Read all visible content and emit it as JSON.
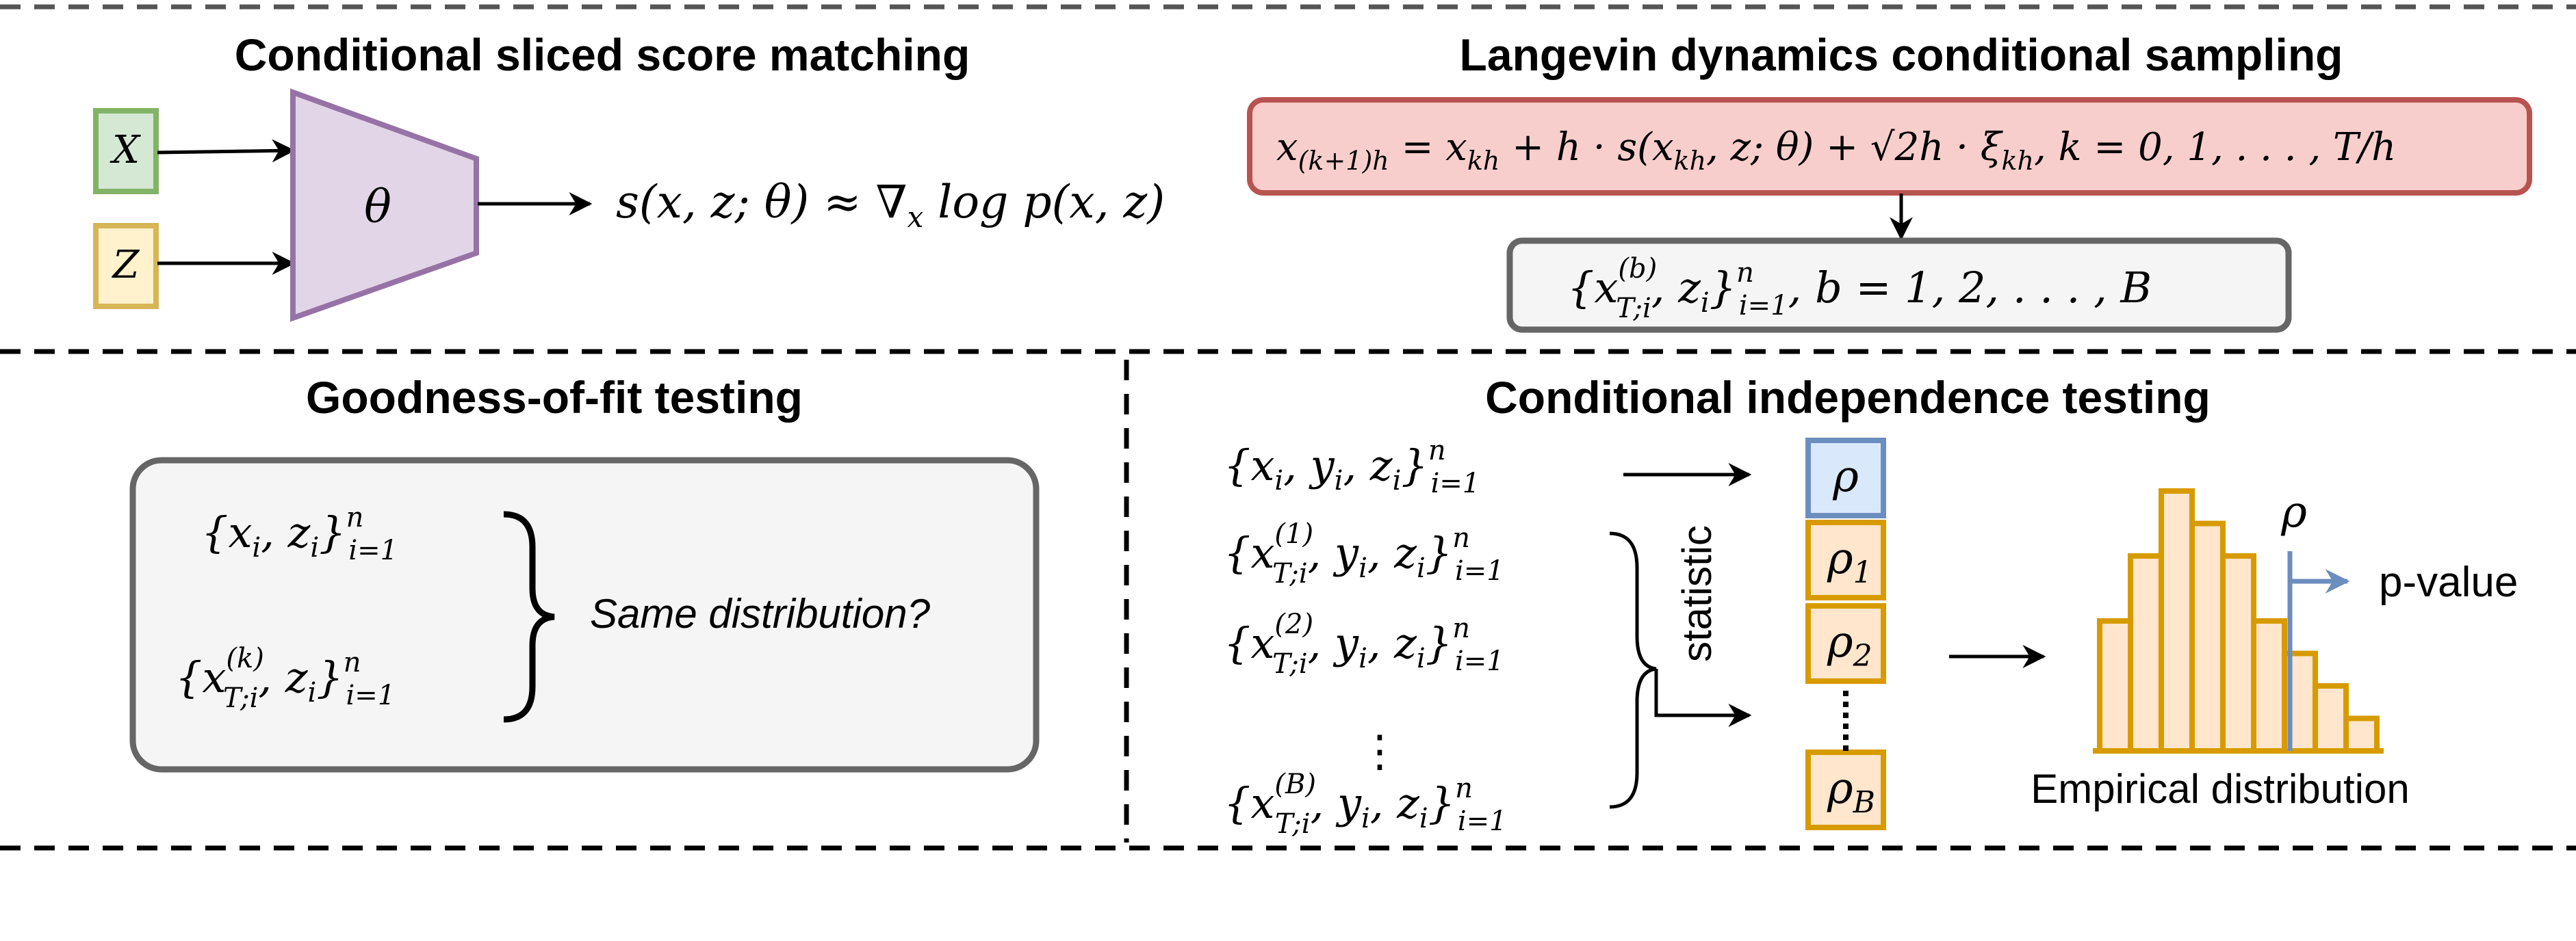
{
  "colors": {
    "x_box_fill": "#d5e8d4",
    "x_box_stroke": "#82b366",
    "z_box_fill": "#fff2cc",
    "z_box_stroke": "#d6b656",
    "network_fill": "#e1d5e7",
    "network_stroke": "#9673a6",
    "update_fill": "#f8cecc",
    "update_stroke": "#b85450",
    "grey_fill": "#f5f5f5",
    "grey_stroke": "#666666",
    "rho_fill": "#dae8fc",
    "rho_stroke": "#6c8ebf",
    "rho_k_fill": "#ffe6cc",
    "rho_k_stroke": "#d79b00",
    "hist_fill": "#ffe6cc",
    "hist_stroke": "#d79b00",
    "pvalue_arrow": "#6c8ebf"
  },
  "score": {
    "title": "Conditional sliced score matching",
    "input_x": "X",
    "input_z": "Z",
    "network": "θ",
    "output": {
      "a": "s(x, z; θ) ≈ ∇",
      "sub": "x",
      "b": " log p(x, z)"
    }
  },
  "langevin": {
    "title": "Langevin dynamics conditional sampling",
    "update": {
      "x": "x",
      "sub": "(k+1)h",
      "rhs_a": " = x",
      "sub2": "kh",
      "rhs_b": " + h · s(x",
      "sub3": "kh",
      "rhs_c": ", z; θ) + √2h · ξ",
      "sub4": "kh",
      "rhs_d": ",  k = 0, 1, . . . , T/h"
    },
    "samples": {
      "open": "{x",
      "sup": "(b)",
      "sub": "T;i",
      "mid": ", z",
      "sub2": "i",
      "close": "}",
      "lim_sup": "n",
      "lim_sub": "i=1",
      "tail": ",   b = 1, 2, . . . , B"
    }
  },
  "gof": {
    "title": "Goodness-of-fit testing",
    "set1": {
      "open": "{x",
      "sub": "i",
      "mid": ", z",
      "sub2": "i",
      "close": "}",
      "lim_sup": "n",
      "lim_sub": "i=1"
    },
    "set2": {
      "open": "{x",
      "sup": "(k)",
      "sub": "T;i",
      "mid": ", z",
      "sub2": "i",
      "close": "}",
      "lim_sup": "n",
      "lim_sub": "i=1"
    },
    "question": "Same distribution?"
  },
  "ci": {
    "title": "Conditional independence testing",
    "observed": {
      "open": "{x",
      "sub": "i",
      "mid": ", y",
      "sub2": "i",
      "mid2": ", z",
      "sub3": "i",
      "close": "}",
      "lim_sup": "n",
      "lim_sub": "i=1"
    },
    "samples": [
      {
        "open": "{x",
        "sup": "(1)",
        "sub": "T;i",
        "rest": ", y",
        "sub2": "i",
        "rest2": ", z",
        "sub3": "i",
        "close": "}",
        "lim_sup": "n",
        "lim_sub": "i=1"
      },
      {
        "open": "{x",
        "sup": "(2)",
        "sub": "T;i",
        "rest": ", y",
        "sub2": "i",
        "rest2": ", z",
        "sub3": "i",
        "close": "}",
        "lim_sup": "n",
        "lim_sub": "i=1"
      },
      {
        "open": "{x",
        "sup": "(B)",
        "sub": "T;i",
        "rest": ", y",
        "sub2": "i",
        "rest2": ", z",
        "sub3": "i",
        "close": "}",
        "lim_sup": "n",
        "lim_sub": "i=1"
      }
    ],
    "vdots": "⋮",
    "statistic": "statistic",
    "rho": "ρ",
    "rho_k": [
      {
        "base": "ρ",
        "sub": "1"
      },
      {
        "base": "ρ",
        "sub": "2"
      },
      {
        "base": "ρ",
        "sub": "B"
      }
    ],
    "histogram_heights": [
      4,
      6,
      8,
      7,
      6,
      4,
      3,
      2,
      1
    ],
    "histogram_caption": "Empirical distribution",
    "rho_marker": "ρ",
    "p_value": "p-value"
  }
}
